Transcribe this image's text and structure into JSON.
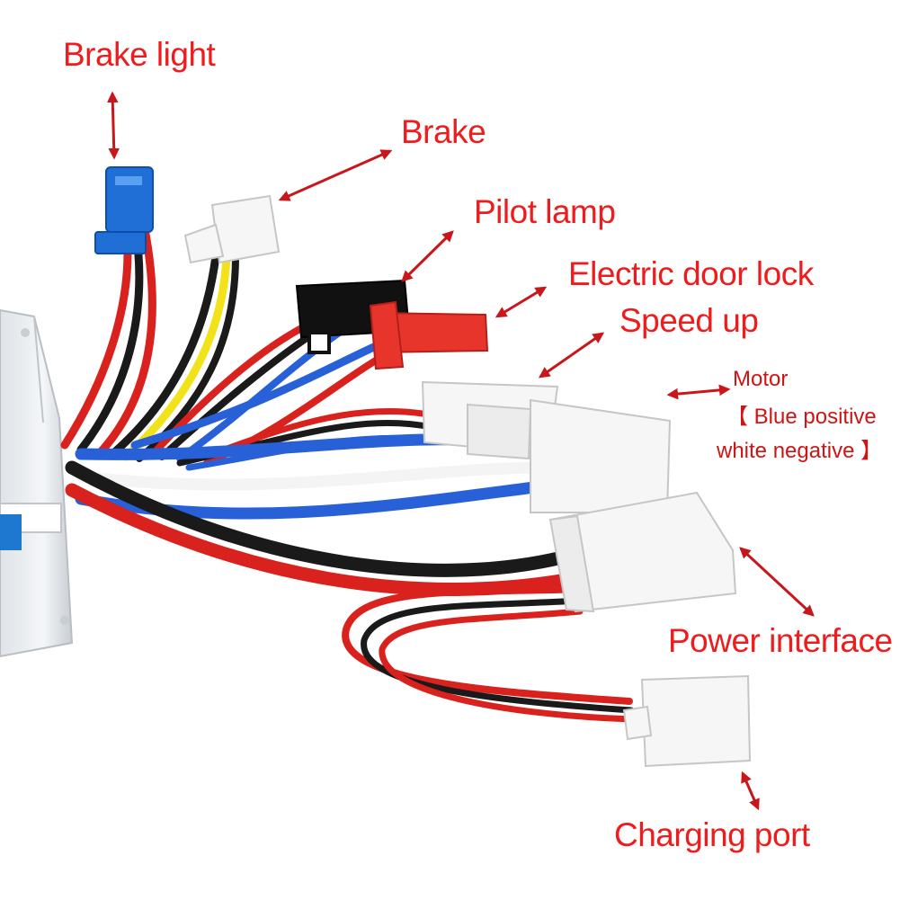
{
  "colors": {
    "label": "#ee1c1c",
    "arrow": "#c8161a",
    "motor_label": "#d01414",
    "wire_red": "#d9211e",
    "wire_black": "#1a1a1a",
    "wire_blue": "#2860d8",
    "wire_yellow": "#f2e21a",
    "wire_white": "#f4f4f4",
    "connector_white": "#f6f6f6",
    "connector_blue": "#1f6fd6",
    "connector_black": "#111111",
    "connector_red": "#e8352c",
    "controller_body": "#eef1f4"
  },
  "labels": {
    "brake_light": "Brake light",
    "brake": "Brake",
    "pilot_lamp": "Pilot lamp",
    "electric_door_lock": "Electric door lock",
    "speed_up": "Speed up",
    "motor_line1": "Motor",
    "motor_line2": "【 Blue positive",
    "motor_line3": "white negative 】",
    "power_interface": "Power interface",
    "charging_port": "Charging port"
  },
  "icons": {
    "arrow": "double-headed-arrow-icon",
    "connectors": [
      "blue-connector-icon",
      "white-connector-icon",
      "black-connector-icon",
      "red-connector-icon"
    ]
  }
}
